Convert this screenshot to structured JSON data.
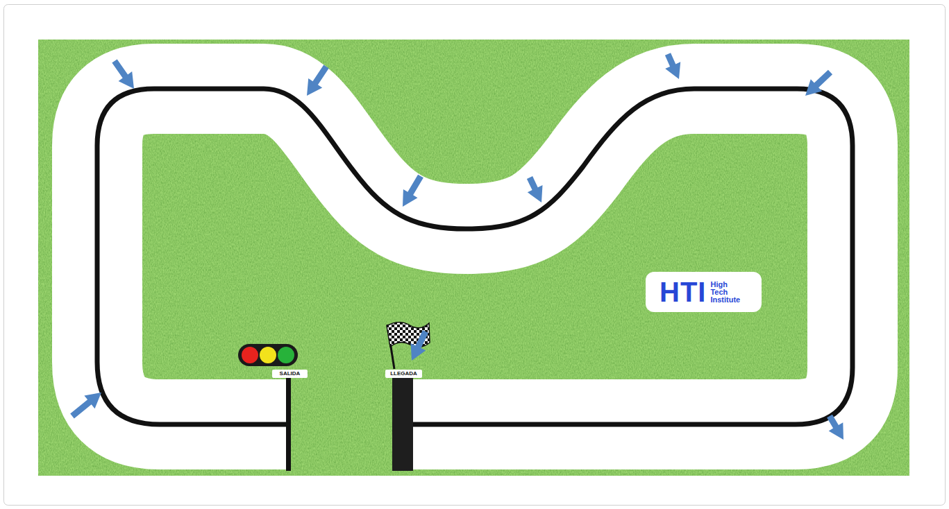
{
  "diagram": {
    "nodes": [
      {
        "text": [
          "HTI",
          "High Tech Institute"
        ]
      },
      {
        "text": [
          "SALIDA"
        ]
      },
      {
        "text": [
          "LLEGADA"
        ]
      }
    ]
  }
}
